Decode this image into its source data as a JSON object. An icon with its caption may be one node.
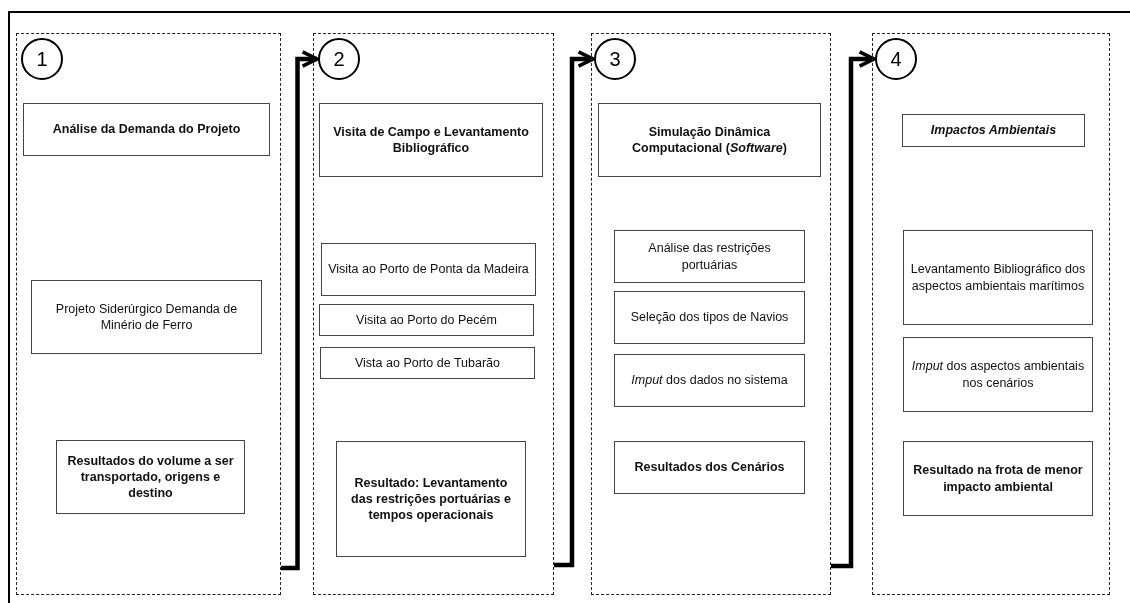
{
  "diagram": {
    "nodes": [
      {
        "text": [],
        "shape": "box"
      },
      {
        "text": [
          "1"
        ],
        "in": 0
      },
      {
        "text": [
          "Análise da Demanda do Projeto"
        ],
        "in": 0
      },
      {
        "text": [
          "Projeto Siderúrgico Demanda de Minério de Ferro"
        ],
        "in": 0
      },
      {
        "text": [
          "Resultados do volume a ser transportado, origens e destino"
        ],
        "in": 0
      },
      {
        "text": [],
        "shape": "box"
      },
      {
        "text": [
          "2"
        ],
        "in": 5
      },
      {
        "text": [
          "Visita de Campo e Levantamento Bibliográfico"
        ],
        "in": 5
      },
      {
        "text": [
          "Visita ao Porto de Ponta da Madeira"
        ],
        "in": 5
      },
      {
        "text": [
          "Visita ao Porto do Pecém"
        ],
        "in": 5
      },
      {
        "text": [
          "Vista ao Porto de Tubarão"
        ],
        "in": 5
      },
      {
        "text": [
          "Resultado: Levantamento das restrições portuárias e tempos operacionais"
        ],
        "in": 5
      },
      {
        "text": [],
        "shape": "box"
      },
      {
        "text": [
          "3"
        ],
        "in": 12
      },
      {
        "text": [
          "Simulação Dinâmica Computacional (*Software*)"
        ],
        "in": 12
      },
      {
        "text": [
          "Análise das restrições portuárias"
        ],
        "in": 12
      },
      {
        "text": [
          "Seleção dos tipos de Navios"
        ],
        "in": 12
      },
      {
        "text": [
          "*Imput* dos dados no sistema"
        ],
        "in": 12
      },
      {
        "text": [
          "Resultados dos Cenários"
        ],
        "in": 12
      },
      {
        "text": [],
        "shape": "box"
      },
      {
        "text": [
          "4"
        ],
        "in": 19
      },
      {
        "text": [
          "Impactos Ambientais"
        ],
        "in": 19
      },
      {
        "text": [
          "Levantamento Bibliográfico dos aspectos ambientais marítimos"
        ],
        "in": 19
      },
      {
        "text": [
          "*Imput* dos aspectos ambientais nos cenários"
        ],
        "in": 19
      },
      {
        "text": [
          "Resultado na frota de menor impacto ambiental"
        ],
        "in": 19
      }
    ],
    "edges": [
      {
        "from": 0,
        "to": 6,
        "arrow": "to"
      },
      {
        "from": 5,
        "to": 13,
        "arrow": "to"
      },
      {
        "from": 12,
        "to": 20,
        "arrow": "to"
      }
    ]
  }
}
